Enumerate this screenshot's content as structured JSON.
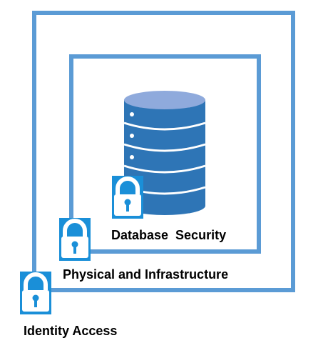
{
  "layers": {
    "outer": {
      "label": "Identity Access",
      "icon": "lock-icon"
    },
    "middle": {
      "label": "Physical and Infrastructure",
      "icon": "lock-icon"
    },
    "inner": {
      "label": "Database  Security",
      "icon": "lock-icon",
      "content_icon": "database-icon"
    }
  },
  "colors": {
    "frame": "#5b9bd5",
    "database_body": "#2e75b6",
    "database_dark": "#1f5a94",
    "database_top": "#8faadc",
    "lock_background": "#1a8fd8",
    "lock_foreground": "#ffffff"
  }
}
